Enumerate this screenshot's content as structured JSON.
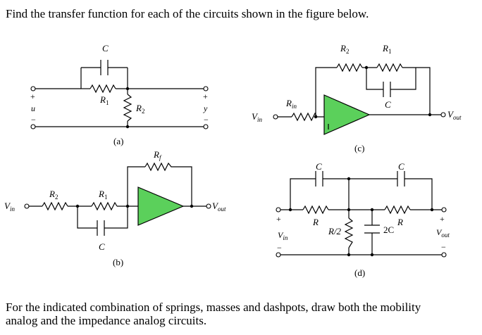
{
  "question_1": "Find the transfer function for each of the circuits shown in the figure below.",
  "question_2_line1": "For the indicated combination of springs, masses and dashpots, draw both the mobility",
  "question_2_line2": "analog and the impedance analog circuits.",
  "circuit_a": {
    "caption": "(a)",
    "C": "C",
    "R1": "R",
    "R1_sub": "1",
    "R2": "R",
    "R2_sub": "2",
    "in_plus": "+",
    "in_minus": "−",
    "input": "u",
    "out_plus": "+",
    "out_minus": "−",
    "output": "y"
  },
  "circuit_b": {
    "caption": "(b)",
    "vin": "V",
    "vin_sub": "in",
    "R2": "R",
    "R2_sub": "2",
    "R1": "R",
    "R1_sub": "1",
    "Rf": "R",
    "Rf_sub": "f",
    "C": "C",
    "vout": "V",
    "vout_sub": "out"
  },
  "circuit_c": {
    "caption": "(c)",
    "vin": "V",
    "vin_sub": "in",
    "Rin": "R",
    "Rin_sub": "in",
    "R2": "R",
    "R2_sub": "2",
    "R1": "R",
    "R1_sub": "1",
    "C": "C",
    "vout": "V",
    "vout_sub": "out"
  },
  "circuit_d": {
    "caption": "(d)",
    "C_left": "C",
    "C_right": "C",
    "R_left": "R",
    "R_right": "R",
    "R_half": "R/2",
    "C_double": "2C",
    "in_plus": "+",
    "in_minus": "−",
    "vin": "V",
    "vin_sub": "in",
    "out_plus": "+",
    "out_minus": "−",
    "vout": "V",
    "vout_sub": "out"
  },
  "colors": {
    "opamp_fill": "#5bd05b",
    "wire": "#000000",
    "background": "#ffffff"
  }
}
